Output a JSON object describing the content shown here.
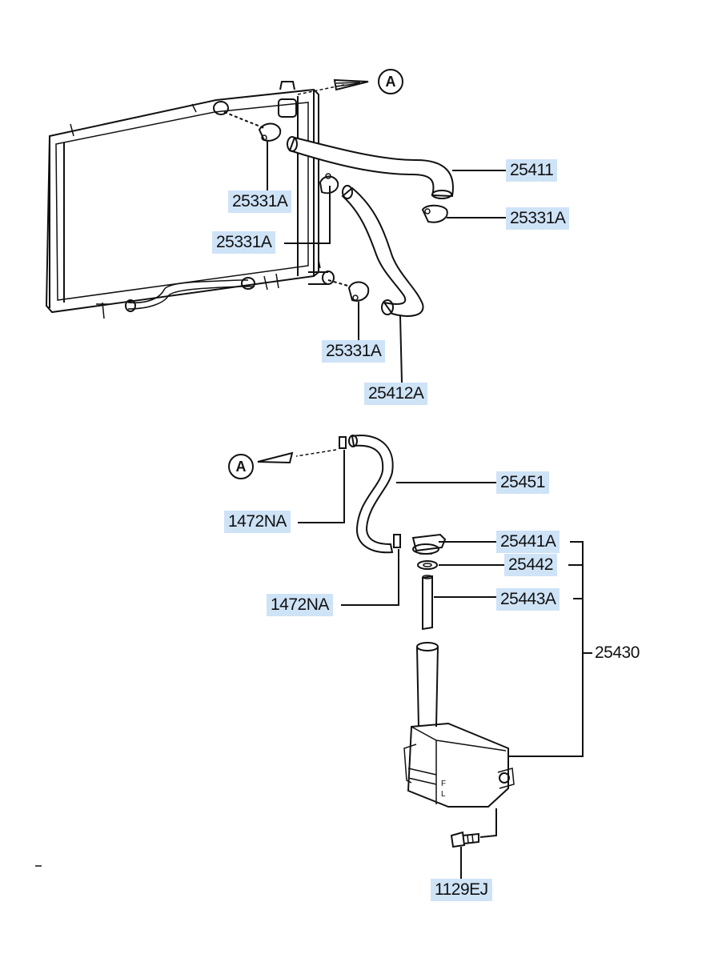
{
  "ref_marker": "A",
  "parts": {
    "p25411": "25411",
    "p25331A_top": "25331A",
    "p25331A_mid": "25331A",
    "p25331A_right": "25331A",
    "p25331A_low": "25331A",
    "p25412A": "25412A",
    "p25451": "25451",
    "p1472NA_top": "1472NA",
    "p1472NA_low": "1472NA",
    "p25441A": "25441A",
    "p25442": "25442",
    "p25443A": "25443A",
    "p25430": "25430",
    "p1129EJ": "1129EJ"
  },
  "tank_markings": {
    "full": "F",
    "low": "L"
  }
}
